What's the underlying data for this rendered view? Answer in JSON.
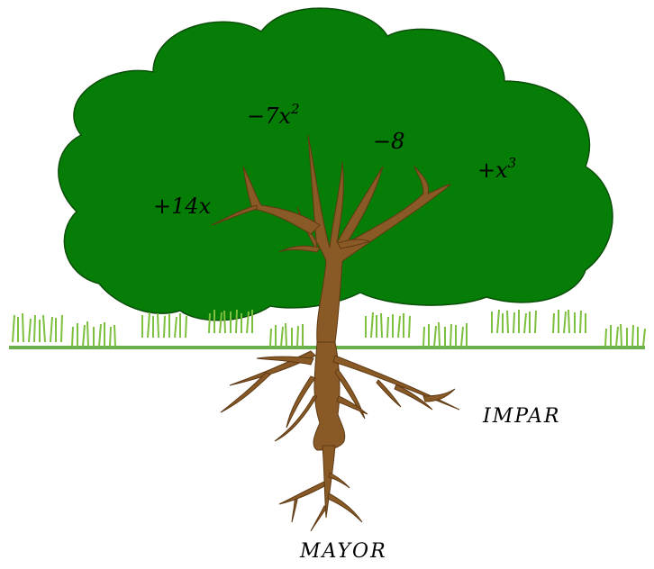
{
  "terms": {
    "t1": {
      "sign": "−",
      "coef": "7",
      "var": "x",
      "exp": "2"
    },
    "t2": {
      "text": "−8"
    },
    "t3": {
      "sign": "+",
      "coef": "",
      "var": "x",
      "exp": "3"
    },
    "t4": {
      "sign": "+",
      "coef": "14",
      "var": "x"
    }
  },
  "labels": {
    "odd": "IMPAR",
    "major": "MAYOR"
  },
  "colors": {
    "foliage": "#067d06",
    "trunk": "#8a5a26",
    "ground": "#6ab04c",
    "grass": "#7dbf3e"
  }
}
